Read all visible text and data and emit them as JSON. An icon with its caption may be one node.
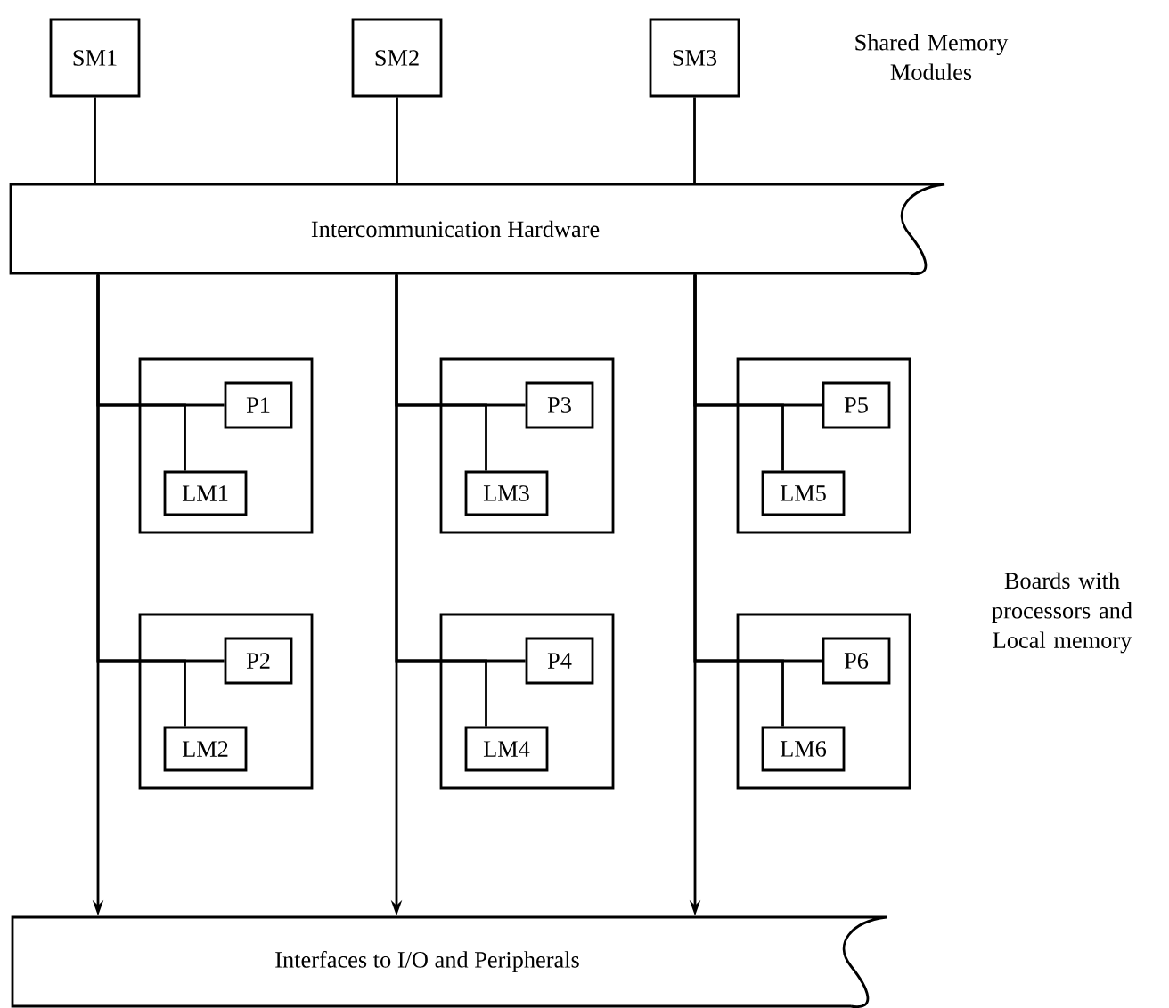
{
  "diagram": {
    "nodes": [
      {
        "text": [
          "SM1"
        ]
      },
      {
        "text": [
          "SM2"
        ]
      },
      {
        "text": [
          "SM3"
        ]
      },
      {
        "text": [
          "Intercommunication Hardware"
        ]
      },
      {
        "text": [],
        "shape": "box"
      },
      {
        "text": [
          "P1"
        ],
        "in": 4
      },
      {
        "text": [
          "LM1"
        ],
        "in": 4
      },
      {
        "text": [],
        "shape": "box"
      },
      {
        "text": [
          "P2"
        ],
        "in": 7
      },
      {
        "text": [
          "LM2"
        ],
        "in": 7
      },
      {
        "text": [],
        "shape": "box"
      },
      {
        "text": [
          "P3"
        ],
        "in": 10
      },
      {
        "text": [
          "LM3"
        ],
        "in": 10
      },
      {
        "text": [],
        "shape": "box"
      },
      {
        "text": [
          "P4"
        ],
        "in": 13
      },
      {
        "text": [
          "LM4"
        ],
        "in": 13
      },
      {
        "text": [],
        "shape": "box"
      },
      {
        "text": [
          "P5"
        ],
        "in": 16
      },
      {
        "text": [
          "LM5"
        ],
        "in": 16
      },
      {
        "text": [],
        "shape": "box"
      },
      {
        "text": [
          "P6"
        ],
        "in": 19
      },
      {
        "text": [
          "LM6"
        ],
        "in": 19
      },
      {
        "text": [
          "Interfaces to I/O and Peripherals"
        ]
      }
    ],
    "edges": [
      {
        "from": 0,
        "to": 3,
        "arrow": "none"
      },
      {
        "from": 1,
        "to": 3,
        "arrow": "none"
      },
      {
        "from": 2,
        "to": 3,
        "arrow": "none"
      },
      {
        "from": 3,
        "to": 22,
        "arrow": "to"
      },
      {
        "from": 3,
        "to": 22,
        "arrow": "to"
      },
      {
        "from": 3,
        "to": 22,
        "arrow": "to"
      },
      {
        "from": 3,
        "to": 5,
        "arrow": "none"
      },
      {
        "from": 3,
        "to": 6,
        "arrow": "none"
      },
      {
        "from": 3,
        "to": 8,
        "arrow": "none"
      },
      {
        "from": 3,
        "to": 9,
        "arrow": "none"
      },
      {
        "from": 3,
        "to": 11,
        "arrow": "none"
      },
      {
        "from": 3,
        "to": 12,
        "arrow": "none"
      },
      {
        "from": 3,
        "to": 14,
        "arrow": "none"
      },
      {
        "from": 3,
        "to": 15,
        "arrow": "none"
      },
      {
        "from": 3,
        "to": 17,
        "arrow": "none"
      },
      {
        "from": 3,
        "to": 18,
        "arrow": "none"
      },
      {
        "from": 3,
        "to": 20,
        "arrow": "none"
      },
      {
        "from": 3,
        "to": 21,
        "arrow": "none"
      }
    ],
    "labels": [
      "Shared Memory Modules",
      "Boards with processors and Local memory"
    ]
  }
}
